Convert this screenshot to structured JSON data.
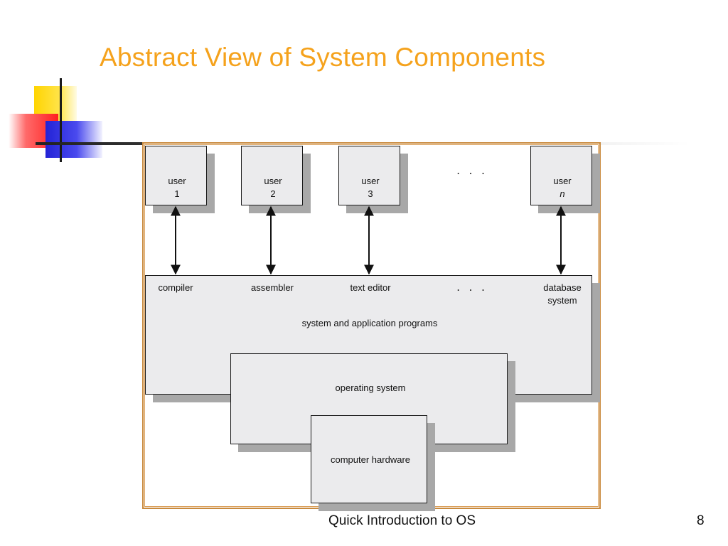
{
  "slide": {
    "title": "Abstract View of System Components",
    "footer_text": "Quick Introduction to OS",
    "page_number": "8"
  },
  "diagram": {
    "users": [
      {
        "line1": "user",
        "line2": "1"
      },
      {
        "line1": "user",
        "line2": "2"
      },
      {
        "line1": "user",
        "line2": "3"
      },
      {
        "line1": "user",
        "line2": "n"
      }
    ],
    "user_ellipsis": ". . .",
    "programs": [
      "compiler",
      "assembler",
      "text editor",
      "database\nsystem"
    ],
    "program_ellipsis": ". . .",
    "layer_system_apps": "system and application programs",
    "layer_os": "operating system",
    "layer_hardware": "computer hardware"
  },
  "colors": {
    "title": "#f5a21c",
    "frame": "#c98a3e",
    "box_fill": "#ebebed",
    "shadow": "#a8a8a8"
  }
}
